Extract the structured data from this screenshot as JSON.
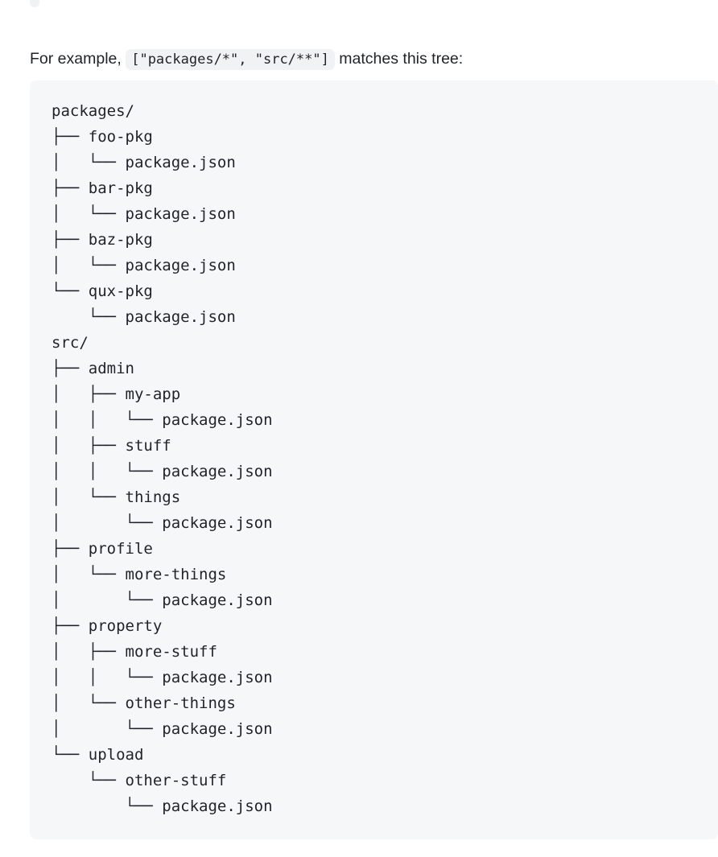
{
  "document": {
    "clipped_top_line": {
      "before": "",
      "code": "",
      "after": ""
    },
    "intro": {
      "lead": "For example,",
      "pattern_code": "[\"packages/*\", \"src/**\"]",
      "trail": "matches this tree:"
    },
    "code_block": {
      "language": "text",
      "background_color": "#f6f7f9",
      "text_color": "#1f2328",
      "lines": [
        "packages/",
        "├── foo-pkg",
        "│   └── package.json",
        "├── bar-pkg",
        "│   └── package.json",
        "├── baz-pkg",
        "│   └── package.json",
        "└── qux-pkg",
        "    └── package.json",
        "src/",
        "├── admin",
        "│   ├── my-app",
        "│   │   └── package.json",
        "│   ├── stuff",
        "│   │   └── package.json",
        "│   └── things",
        "│       └── package.json",
        "├── profile",
        "│   └── more-things",
        "│       └── package.json",
        "├── property",
        "│   ├── more-stuff",
        "│   │   └── package.json",
        "│   └── other-things",
        "│       └── package.json",
        "└── upload",
        "    └── other-stuff",
        "        └── package.json"
      ]
    },
    "theme": {
      "page_background": "#ffffff",
      "body_text": "#1f2328",
      "inline_code_background": "#f1f2f4",
      "code_block_background": "#f6f7f9"
    }
  }
}
